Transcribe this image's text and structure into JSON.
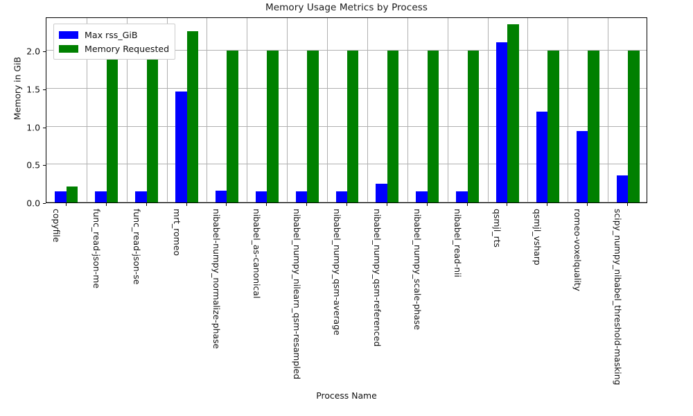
{
  "chart_data": {
    "type": "bar",
    "title": "Memory Usage Metrics by Process",
    "xlabel": "Process Name",
    "ylabel": "Memory in GiB",
    "ylim": [
      0,
      2.45
    ],
    "yticks": [
      "0.0",
      "0.5",
      "1.0",
      "1.5",
      "2.0"
    ],
    "ytick_values": [
      0.0,
      0.5,
      1.0,
      1.5,
      2.0
    ],
    "grid": true,
    "legend_position": "upper left",
    "categories": [
      "copyfile",
      "func_read-json-me",
      "func_read-json-se",
      "mrt_romeo",
      "nibabel-numpy_normalize-phase",
      "nibabel_as-canonical",
      "nibabel_numpy_nilearn_qsm-resampled",
      "nibabel_numpy_qsm-average",
      "nibabel_numpy_qsm-referenced",
      "nibabel_numpy_scale-phase",
      "nibabel_read-nii",
      "qsmjl_rts",
      "qsmjl_vsharp",
      "romeo-voxelquality",
      "scipy_numpy_nibabel_threshold-masking"
    ],
    "series": [
      {
        "name": "Max rss_GiB",
        "color": "#0000ff",
        "values": [
          0.145,
          0.145,
          0.145,
          1.46,
          0.155,
          0.145,
          0.145,
          0.145,
          0.25,
          0.145,
          0.145,
          2.11,
          1.2,
          0.94,
          0.355
        ]
      },
      {
        "name": "Memory Requested",
        "color": "#008000",
        "values": [
          0.21,
          2.0,
          2.0,
          2.26,
          2.0,
          2.0,
          2.0,
          2.0,
          2.0,
          2.0,
          2.0,
          2.35,
          2.0,
          2.0,
          2.0
        ]
      }
    ]
  }
}
